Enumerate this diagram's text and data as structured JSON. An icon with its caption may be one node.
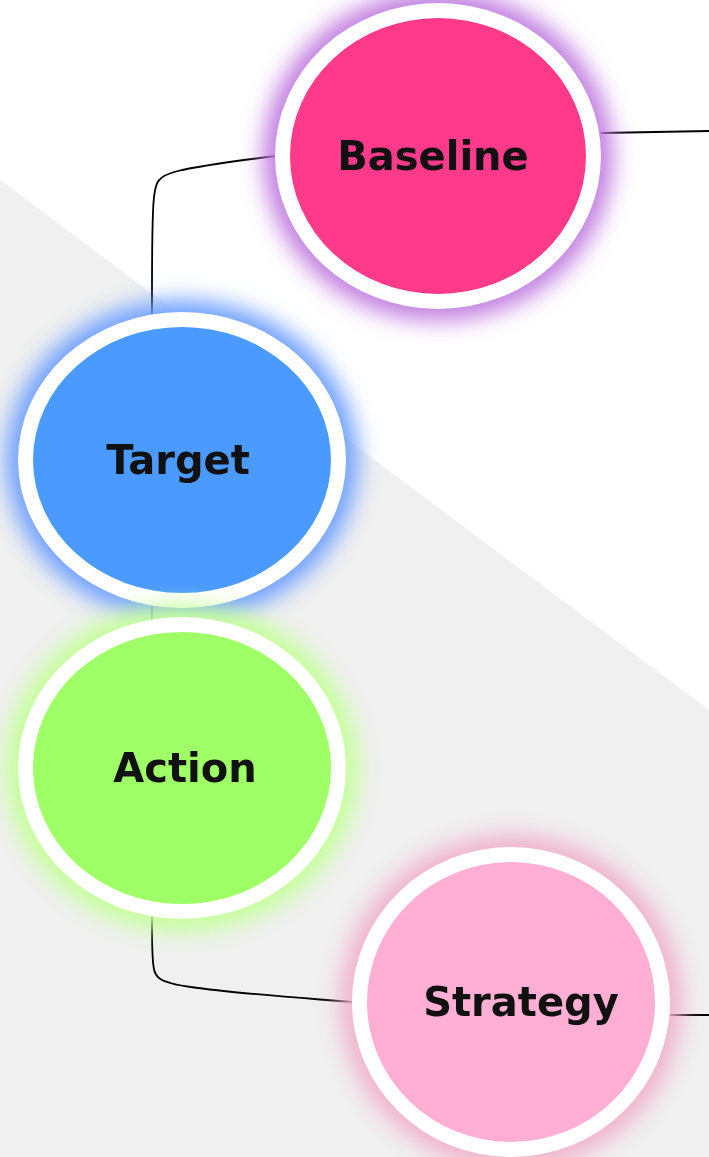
{
  "diagram": {
    "nodes": [
      {
        "text": [
          "Baseline"
        ]
      },
      {
        "text": [
          "Target"
        ]
      },
      {
        "text": [
          "Action"
        ]
      },
      {
        "text": [
          "Strategy"
        ]
      }
    ],
    "edges": [
      {
        "from": 0,
        "to": 1,
        "arrow": "none"
      },
      {
        "from": 1,
        "to": 2,
        "arrow": "none"
      },
      {
        "from": 2,
        "to": 3,
        "arrow": "none"
      },
      {
        "from": 0,
        "to": null,
        "arrow": "none"
      },
      {
        "from": 3,
        "to": null,
        "arrow": "none"
      }
    ]
  }
}
